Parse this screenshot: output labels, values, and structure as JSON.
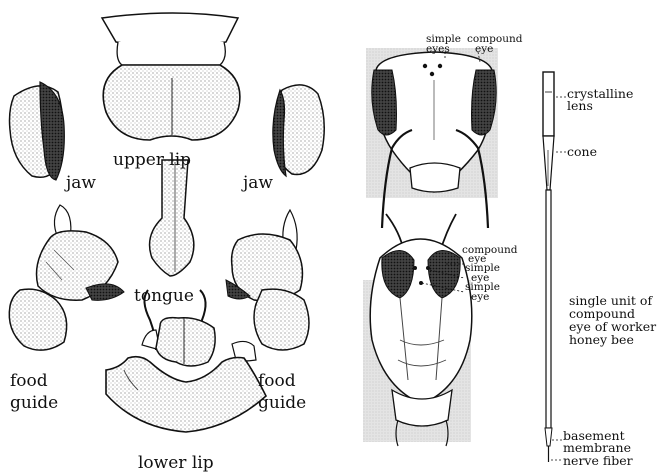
{
  "figure": {
    "mouthparts": {
      "upper_lip": "upper lip",
      "jaw_left": "jaw",
      "jaw_right": "jaw",
      "tongue": "tongue",
      "food_guide_left": [
        "food",
        "guide"
      ],
      "food_guide_right": [
        "food",
        "guide"
      ],
      "lower_lip": "lower lip"
    },
    "worker_head": {
      "simple_eyes": [
        "simple",
        "eyes"
      ],
      "compound_eye": [
        "compound",
        "eye"
      ]
    },
    "drone_head": {
      "compound_eye": [
        "compound",
        "eye"
      ],
      "simple_eye_1": [
        "simple",
        "eye"
      ],
      "simple_eye_2": [
        "simple",
        "eye"
      ]
    },
    "ommatidium": {
      "crystalline_lens": [
        "crystalline",
        "lens"
      ],
      "cone": "cone",
      "caption": [
        "single unit of",
        "compound",
        "eye of worker",
        "honey bee"
      ],
      "basement_membrane": [
        "basement",
        "membrane"
      ],
      "nerve_fiber": "nerve fiber"
    }
  }
}
